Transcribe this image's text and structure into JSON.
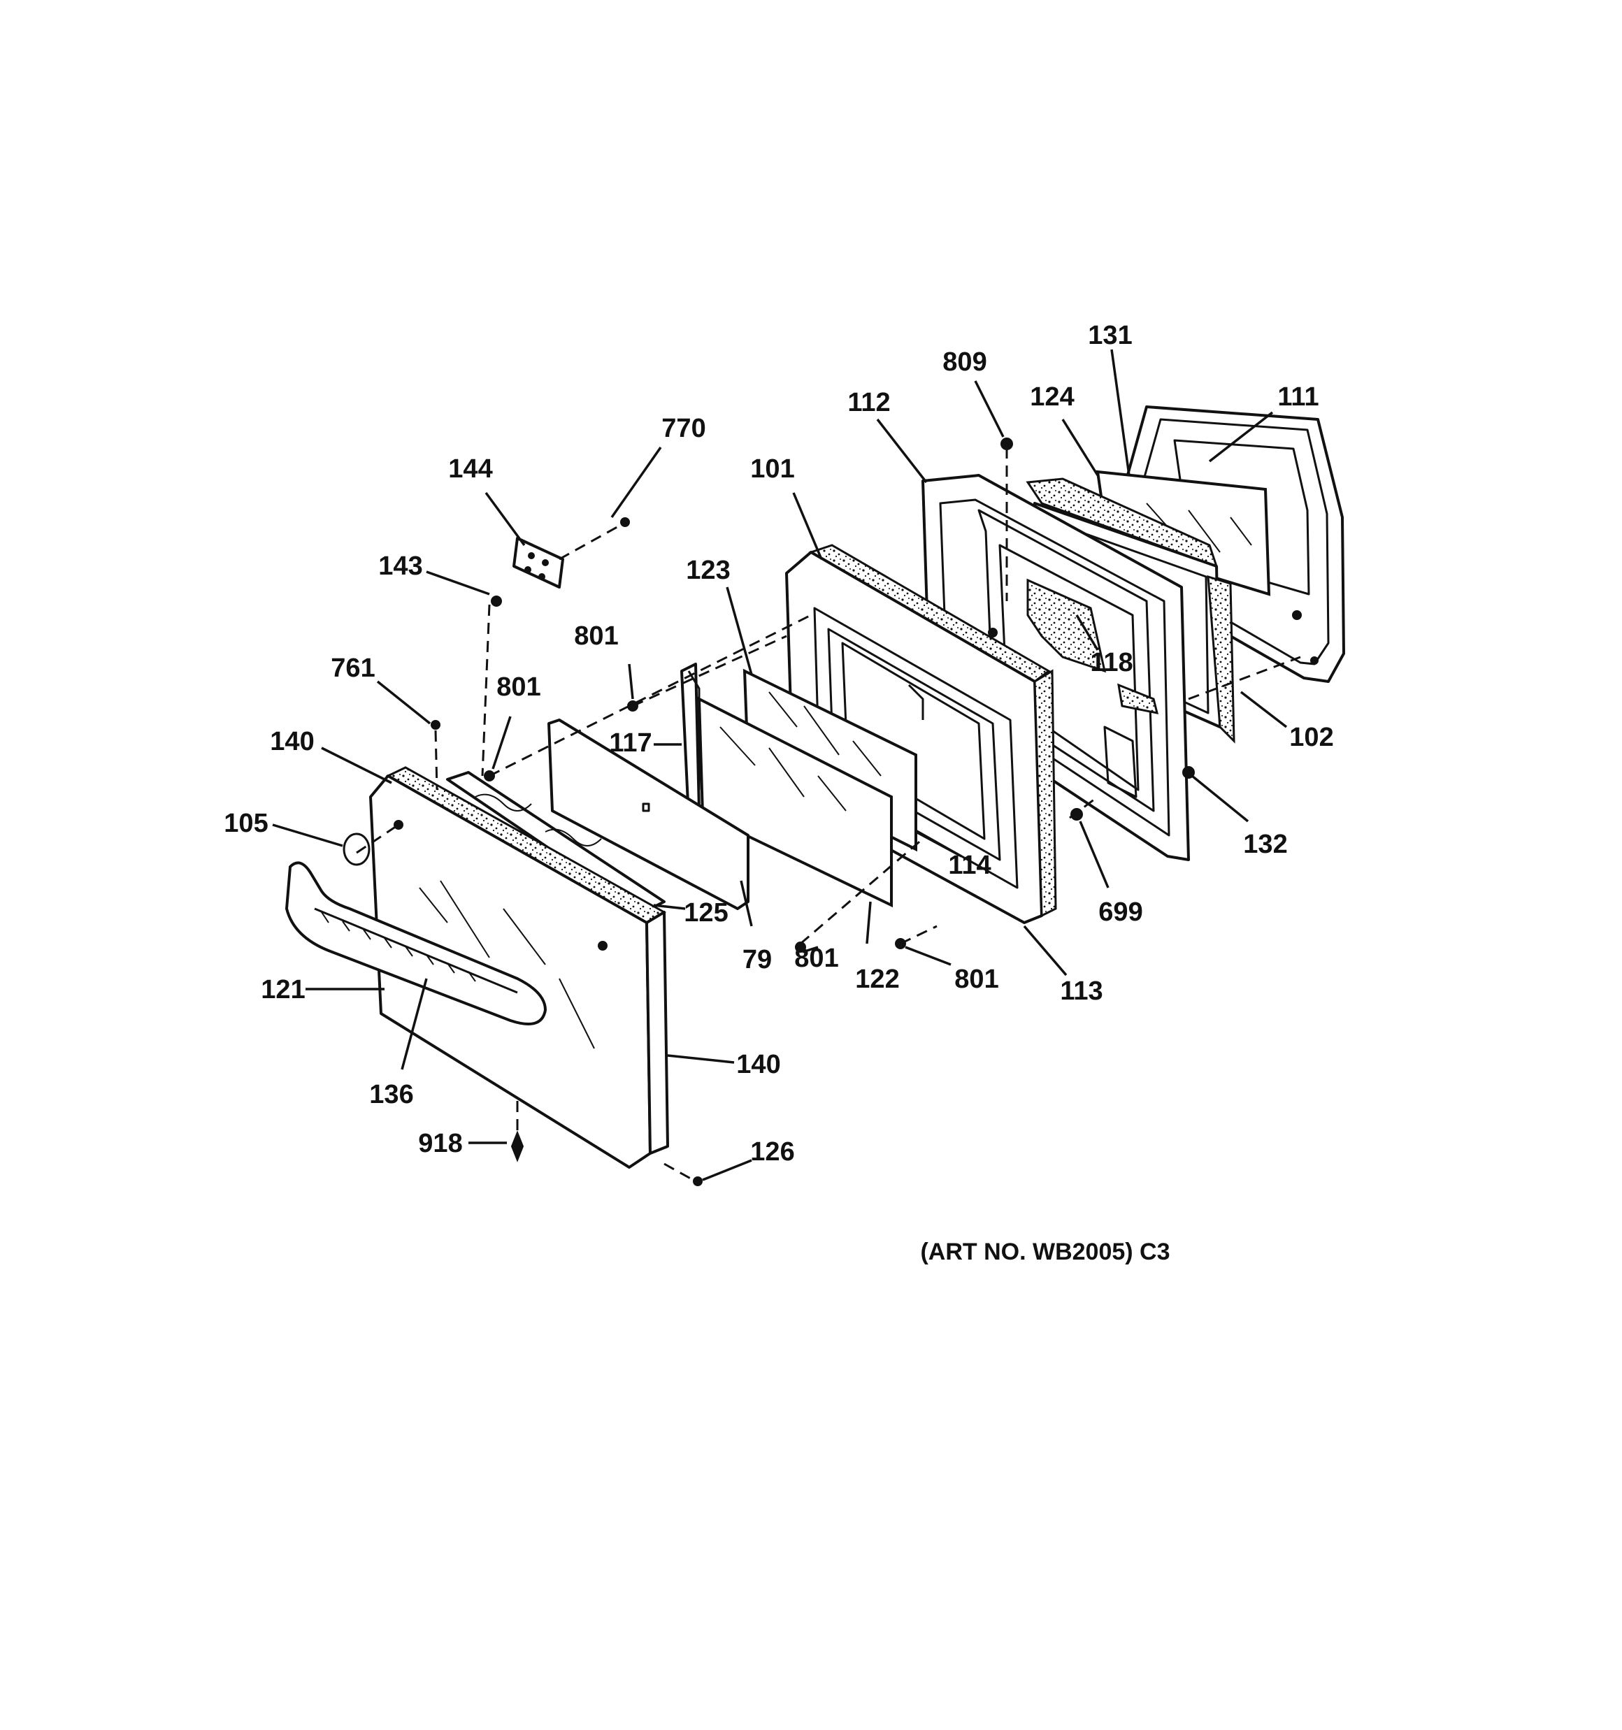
{
  "diagram": {
    "art_number": "(ART NO. WB2005) C3",
    "callouts": {
      "c809": "809",
      "c131": "131",
      "c124": "124",
      "c111": "111",
      "c112": "112",
      "c770": "770",
      "c101": "101",
      "c144": "144",
      "c143": "143",
      "c123": "123",
      "c118": "118",
      "c801_a": "801",
      "c761": "761",
      "c801_b": "801",
      "c117": "117",
      "c102": "102",
      "c140_top": "140",
      "c105": "105",
      "c114": "114",
      "c132": "132",
      "c125": "125",
      "c699": "699",
      "c79": "79",
      "c801_c": "801",
      "c122": "122",
      "c801_d": "801",
      "c113": "113",
      "c121": "121",
      "c140_side": "140",
      "c136": "136",
      "c918": "918",
      "c126": "126"
    }
  }
}
